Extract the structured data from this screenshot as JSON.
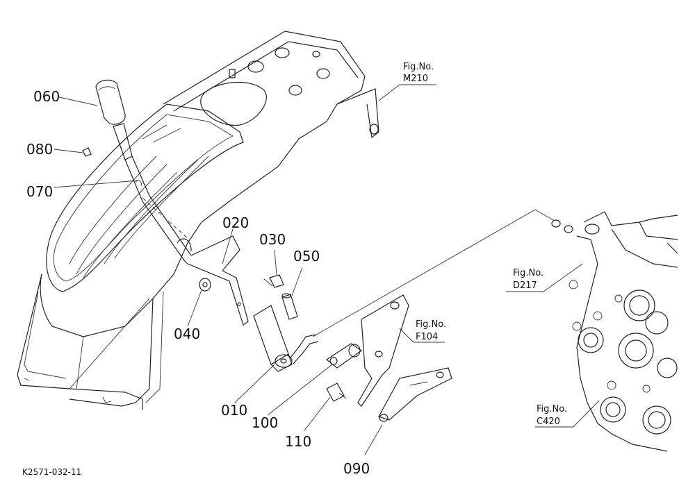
{
  "part_labels": {
    "p010": "010",
    "p020": "020",
    "p030": "030",
    "p040": "040",
    "p050": "050",
    "p060": "060",
    "p070": "070",
    "p080": "080",
    "p090": "090",
    "p100": "100",
    "p110": "110"
  },
  "figure_refs": {
    "m210": {
      "line1": "Fig.No.",
      "line2": "M210"
    },
    "d217": {
      "line1": "Fig.No.",
      "line2": "D217"
    },
    "f104": {
      "line1": "Fig.No.",
      "line2": "F104"
    },
    "c420": {
      "line1": "Fig.No.",
      "line2": "C420"
    }
  },
  "drawing_id": "K2571-032-11"
}
